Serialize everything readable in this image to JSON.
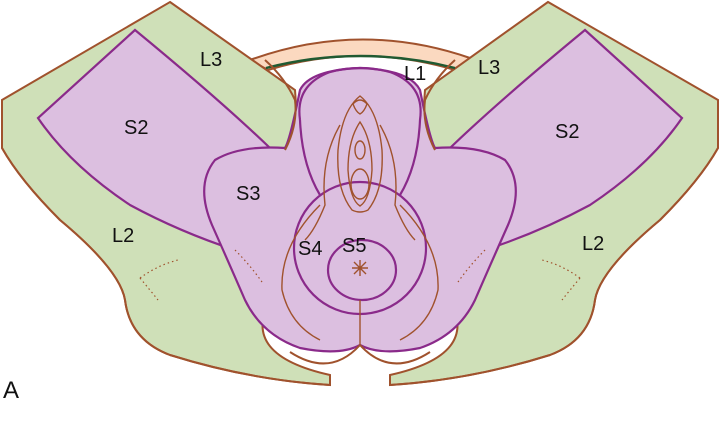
{
  "figure": {
    "panel_letter": "A",
    "labels": {
      "l1": "L1",
      "l2_left": "L2",
      "l2_right": "L2",
      "l3_left": "L3",
      "l3_right": "L3",
      "s2_left": "S2",
      "s2_right": "S2",
      "s3": "S3",
      "s4": "S4",
      "s5": "S5"
    },
    "colors": {
      "lumbar_zone": "#cfe0b8",
      "sacral_zone": "#dcbfe0",
      "upper_zone": "#fbd9c0",
      "sacral_border": "#8a2a8a",
      "outline": "#a0522d",
      "l1_border": "#1f5a32"
    }
  }
}
